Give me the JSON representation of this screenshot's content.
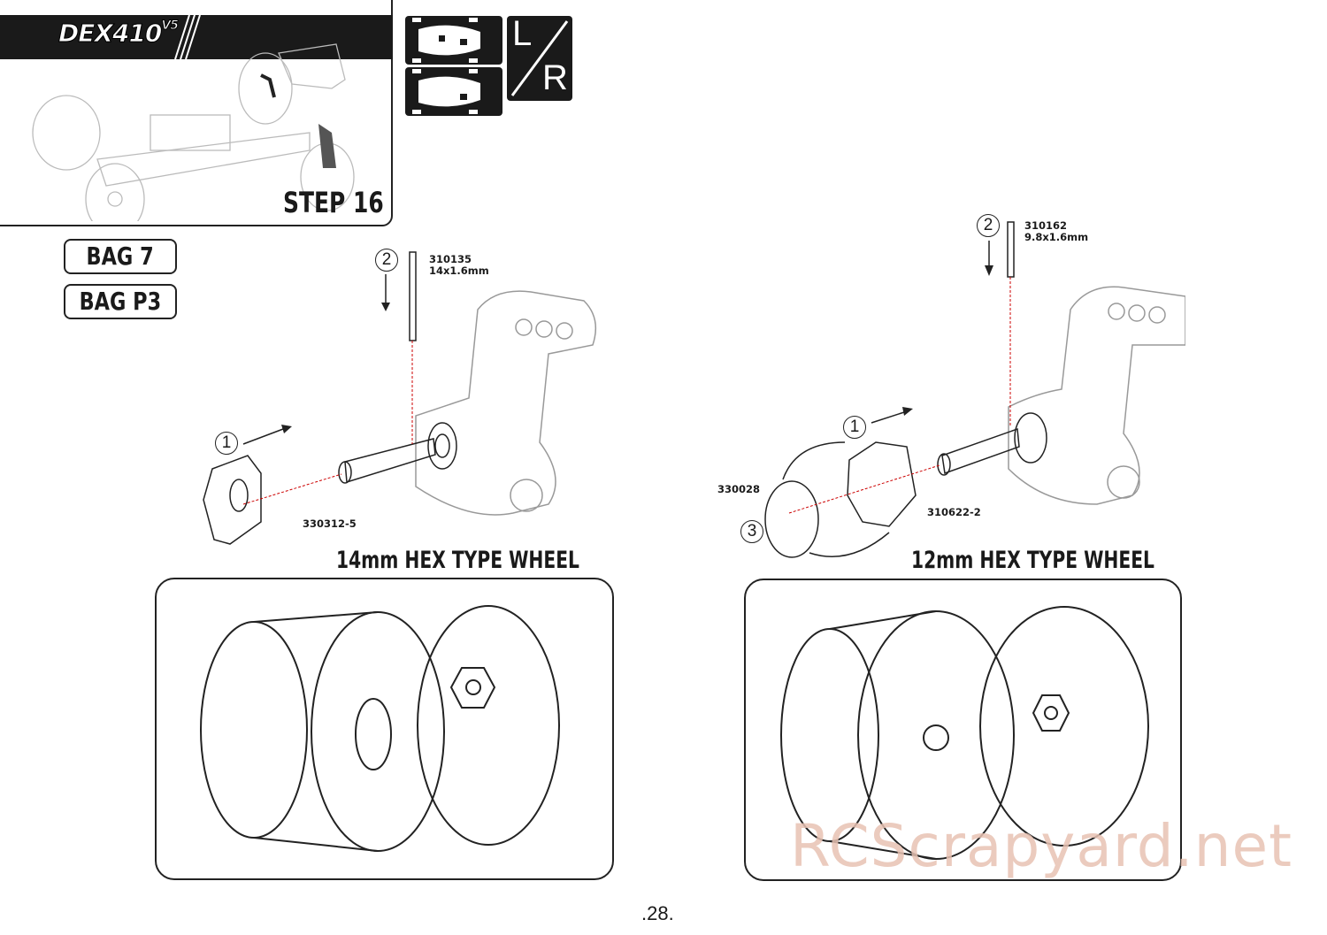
{
  "header": {
    "logo": "DEX410",
    "logo_version": "V5",
    "step": "STEP 16"
  },
  "side_badge": {
    "left": "L",
    "right": "R"
  },
  "bags": [
    "BAG 7",
    "BAG P3"
  ],
  "left_assembly": {
    "pin_part": "310135",
    "pin_size": "14x1.6mm",
    "hex_part": "330312-5",
    "steps": [
      "1",
      "2"
    ],
    "title": "14mm HEX TYPE WHEEL"
  },
  "right_assembly": {
    "pin_part": "310162",
    "pin_size": "9.8x1.6mm",
    "hex_part": "310622-2",
    "oring_part": "330028",
    "steps": [
      "1",
      "2",
      "3"
    ],
    "title": "12mm HEX TYPE WHEEL"
  },
  "page_number": ".28.",
  "watermark": "RCScrapyard.net"
}
